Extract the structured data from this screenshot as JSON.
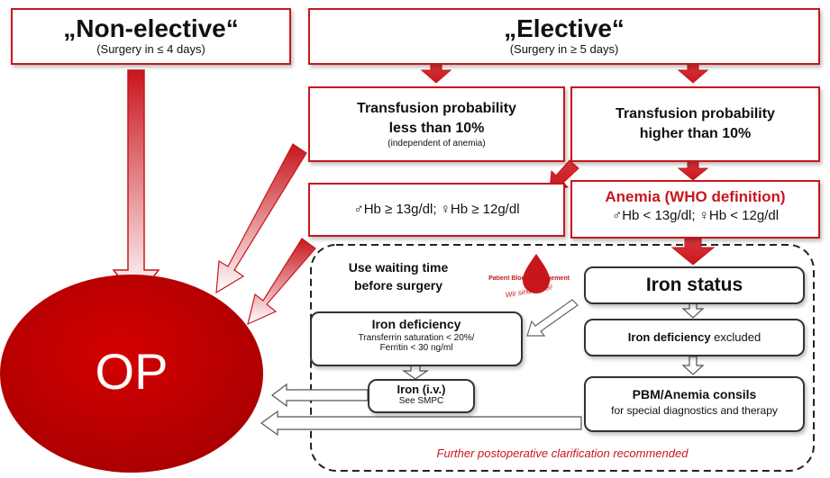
{
  "non_elective": {
    "title": "„Non-elective“",
    "subtitle": "(Surgery in ≤ 4 days)"
  },
  "elective": {
    "title": "„Elective“",
    "subtitle": "(Surgery in ≥ 5 days)"
  },
  "transfusion_low": {
    "line1": "Transfusion probability",
    "line2": "less than 10%",
    "note": "(independent of anemia)"
  },
  "transfusion_high": {
    "line1": "Transfusion probability",
    "line2": "higher than 10%"
  },
  "hb_normal": {
    "text": "♂Hb ≥ 13g/dl; ♀Hb ≥ 12g/dl"
  },
  "anemia": {
    "title": "Anemia (WHO definition)",
    "text": "♂Hb < 13g/dl; ♀Hb < 12g/dl"
  },
  "waiting": {
    "line1": "Use waiting time",
    "line2": "before surgery"
  },
  "pbm_logo": {
    "line1": "Patient Blood Management",
    "line2": "Wir sind dabei!"
  },
  "iron_status": {
    "text": "Iron status"
  },
  "iron_deficiency": {
    "title": "Iron deficiency",
    "line1": "Transferrin saturation  < 20%/",
    "line2": "Ferritin < 30 ng/ml"
  },
  "iron_excluded": {
    "bold": "Iron deficiency",
    "rest": " excluded"
  },
  "iron_iv": {
    "title": "Iron (i.v.)",
    "note": "See SMPC"
  },
  "pbm_consils": {
    "title": "PBM/Anemia consils",
    "text": "for special diagnostics and therapy"
  },
  "op": {
    "label": "OP"
  },
  "footer": {
    "text": "Further postoperative clarification recommended"
  },
  "colors": {
    "accent_red": "#c8161d",
    "op_red": "#c00000"
  }
}
